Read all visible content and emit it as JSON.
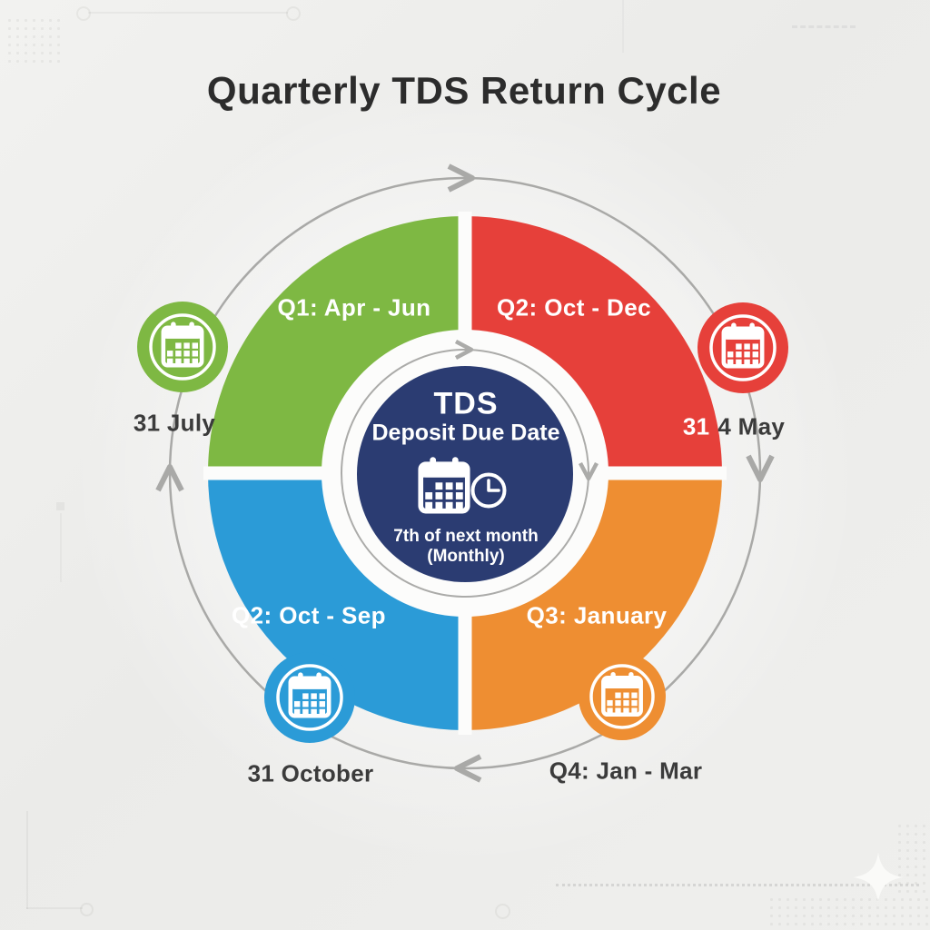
{
  "title": "Quarterly TDS Return Cycle",
  "cycle_direction": "clockwise",
  "colors": {
    "green": "#7eb843",
    "red": "#e6403a",
    "blue": "#2b9bd7",
    "orange": "#ee8e32",
    "navy": "#2b3c72",
    "ring_gray": "#a9a9a7",
    "text_dark": "#3b3b3b"
  },
  "center": {
    "heading": "TDS",
    "subheading": "Deposit Due Date",
    "icon": "calendar-clock-icon",
    "note_line1": "7th of next month",
    "note_line2": "(Monthly)"
  },
  "quadrants": {
    "top_left": {
      "label": "Q1: Apr - Jun",
      "color": "#7eb843"
    },
    "top_right": {
      "label": "Q2: Oct - Dec",
      "color": "#e6403a"
    },
    "bottom_left": {
      "label": "Q2: Oct - Sep",
      "color": "#2b9bd7"
    },
    "bottom_right": {
      "label": "Q3: January",
      "color": "#ee8e32"
    }
  },
  "milestones": {
    "top_left": {
      "icon": "calendar-icon",
      "label": "31 July",
      "color": "#7eb843"
    },
    "top_right": {
      "icon": "calendar-icon",
      "label_prefix": "31",
      "label": "4 May",
      "color": "#e6403a"
    },
    "bottom_left": {
      "icon": "calendar-icon",
      "label": "31 October",
      "color": "#2b9bd7"
    },
    "bottom_right": {
      "icon": "calendar-icon",
      "label": "Q4: Jan - Mar",
      "color": "#ee8e32"
    }
  },
  "decor": {
    "sparkle_icon": "sparkle-star"
  }
}
